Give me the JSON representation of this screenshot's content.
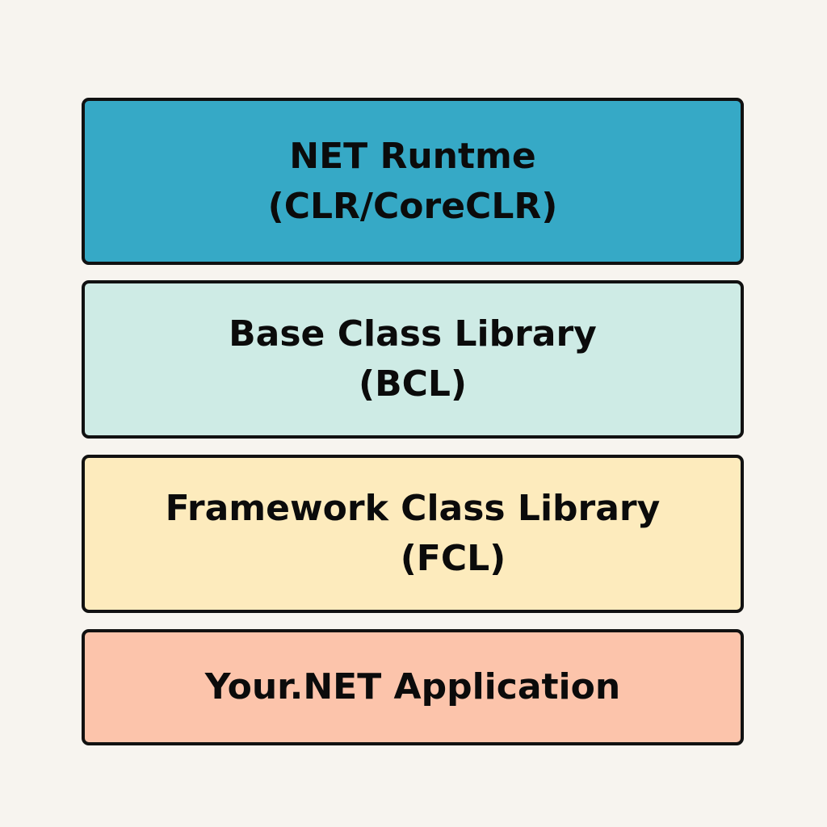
{
  "colors": {
    "background": "#f7f4ef",
    "border": "#111111",
    "text": "#0b0b0b"
  },
  "layers": [
    {
      "id": "runtime",
      "lines": [
        "NET Runtme",
        "(CLR/CoreCLR)"
      ],
      "fill": "#36a9c6"
    },
    {
      "id": "bcl",
      "lines": [
        "Base Class Library",
        "(BCL)"
      ],
      "fill": "#ceebe5"
    },
    {
      "id": "fcl",
      "lines": [
        "Framework Class Library",
        "(FCL)"
      ],
      "fill": "#fdebbd"
    },
    {
      "id": "app",
      "lines": [
        "Your.NET Application"
      ],
      "fill": "#fcc4ab"
    }
  ]
}
